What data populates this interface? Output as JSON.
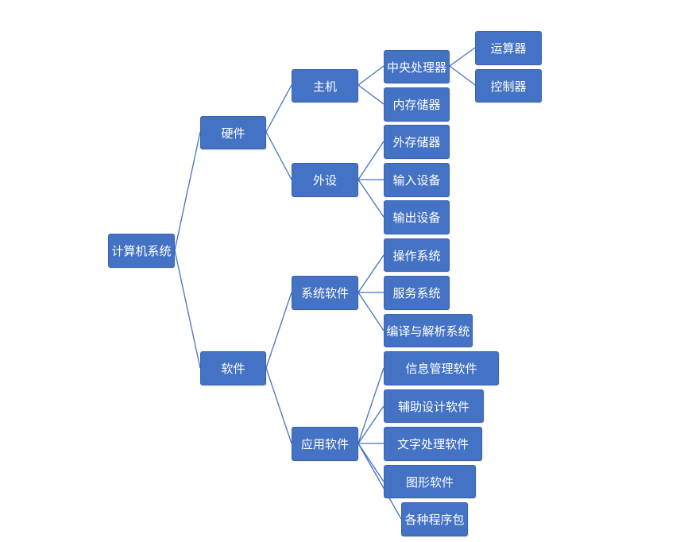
{
  "colors": {
    "node_fill": "#4472c4",
    "node_border": "#3a63ad",
    "node_text": "#ffffff",
    "connector": "#4472c4"
  },
  "tree": {
    "root": "计算机系统",
    "hardware": {
      "label": "硬件",
      "host": {
        "label": "主机",
        "cpu": {
          "label": "中央处理器",
          "alu": "运算器",
          "controller": "控制器"
        },
        "memory": "内存储器"
      },
      "peripherals": {
        "label": "外设",
        "external_storage": "外存储器",
        "input_device": "输入设备",
        "output_device": "输出设备"
      }
    },
    "software": {
      "label": "软件",
      "system_software": {
        "label": "系统软件",
        "os": "操作系统",
        "service_system": "服务系统",
        "compiler_interpreter": "编译与解析系统"
      },
      "application_software": {
        "label": "应用软件",
        "info_management": "信息管理软件",
        "cad": "辅助设计软件",
        "word_processing": "文字处理软件",
        "graphics": "图形软件",
        "packages": "各种程序包"
      }
    }
  }
}
